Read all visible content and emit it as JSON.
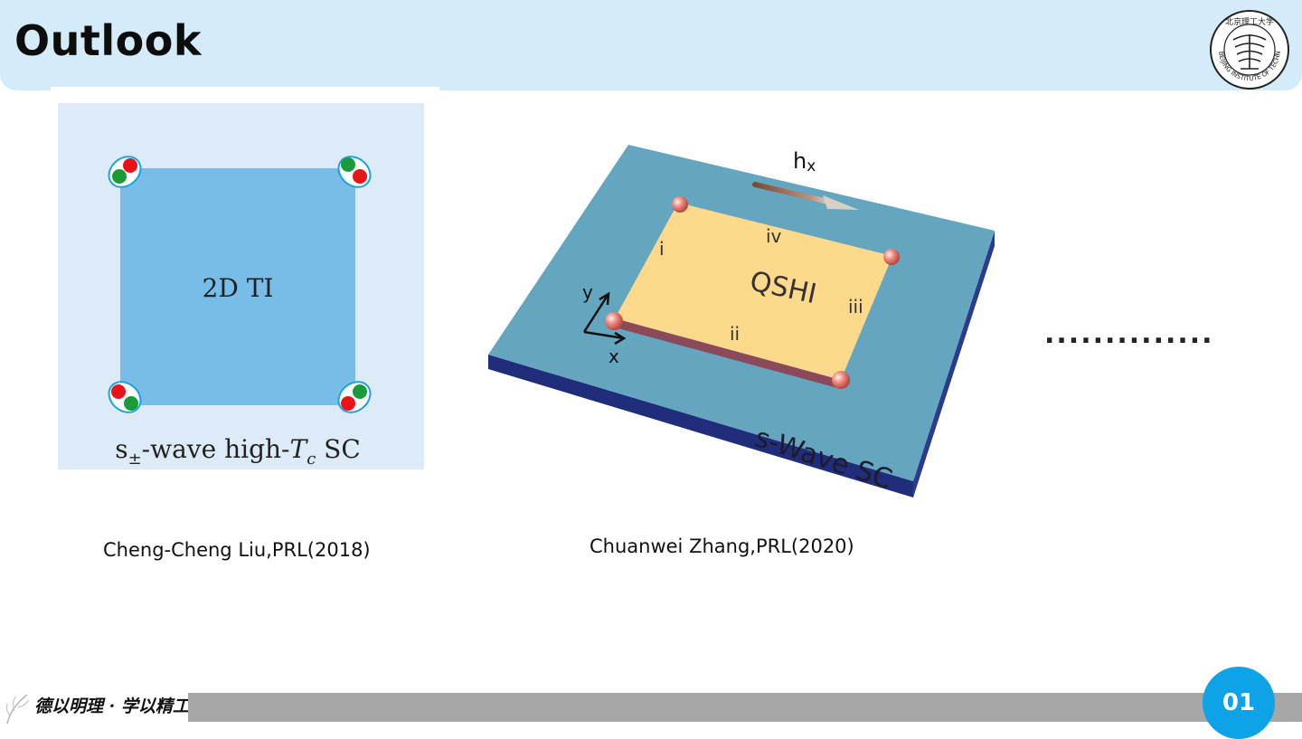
{
  "slide": {
    "title": "Outlook",
    "page_number": "01",
    "motto": "德以明理 · 学以精工"
  },
  "logo": {
    "ring_text": "BEIJING INSTITUTE OF TECHNOLOGY",
    "top_chars": "北京理工大学"
  },
  "figure_left": {
    "center_label": "2D TI",
    "bottom_label_prefix": "s",
    "bottom_label_sub": "±",
    "bottom_label_mid": "-wave high-",
    "bottom_label_T": "T",
    "bottom_label_c": "c",
    "bottom_label_suffix": " SC"
  },
  "figure_right": {
    "field_label": "h",
    "field_sub": "x",
    "center_label": "QSHI",
    "edge_i": "i",
    "edge_ii": "ii",
    "edge_iii": "iii",
    "edge_iv": "iv",
    "axis_x": "x",
    "axis_y": "y",
    "substrate_label": "s-Wave SC"
  },
  "captions": {
    "left": "Cheng-Cheng Liu,PRL(2018)",
    "right": "Chuanwei  Zhang,PRL(2020)"
  },
  "ellipsis": "..............",
  "colors": {
    "header_bg": "#d4ecf9",
    "page_badge": "#0ea2e6",
    "footer_bar": "#a6a6a6",
    "ti_square": "#78bde7",
    "substrate_top": "#64a6bf",
    "qshi_fill": "#fcd98b"
  }
}
